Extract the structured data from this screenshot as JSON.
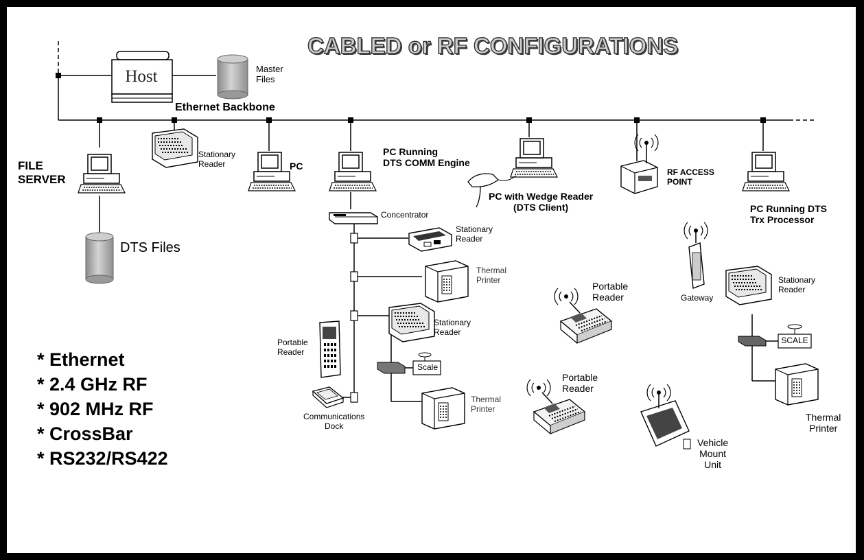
{
  "title": "CABLED or RF CONFIGURATIONS",
  "labels": {
    "host": "Host",
    "master_files": [
      "Master",
      "Files"
    ],
    "ethernet_backbone": "Ethernet Backbone",
    "file_server": [
      "FILE",
      "SERVER"
    ],
    "dts_files": "DTS Files",
    "stationary_reader_top": [
      "Stationary",
      "Reader"
    ],
    "pc": "PC",
    "pc_running_comm": [
      "PC Running",
      "DTS COMM Engine"
    ],
    "pc_wedge": [
      "PC with Wedge Reader",
      "(DTS Client)"
    ],
    "rf_access_point": [
      "RF ACCESS",
      "POINT"
    ],
    "pc_running_trx": [
      "PC Running DTS",
      "Trx  Processor"
    ],
    "concentrator": "Concentrator",
    "stationary_reader_1": [
      "Stationary",
      "Reader"
    ],
    "thermal_printer_1": [
      "Thermal",
      "Printer"
    ],
    "stationary_reader_2": [
      "Stationary",
      "Reader"
    ],
    "portable_reader_left": [
      "Portable",
      "Reader"
    ],
    "scale_left": "Scale",
    "thermal_printer_2": [
      "Thermal",
      "Printer"
    ],
    "communications_dock": [
      "Communications",
      "Dock"
    ],
    "portable_reader_mid1": [
      "Portable",
      "Reader"
    ],
    "portable_reader_mid2": [
      "Portable",
      "Reader"
    ],
    "gateway": "Gateway",
    "stationary_reader_right": [
      "Stationary",
      "Reader"
    ],
    "scale_right": "SCALE",
    "thermal_printer_right": [
      "Thermal",
      "Printer"
    ],
    "vehicle_mount": [
      "Vehicle",
      "Mount",
      "Unit"
    ]
  },
  "bullets": [
    "* Ethernet",
    "* 2.4 GHz RF",
    "* 902 MHz RF",
    "* CrossBar",
    "* RS232/RS422"
  ]
}
